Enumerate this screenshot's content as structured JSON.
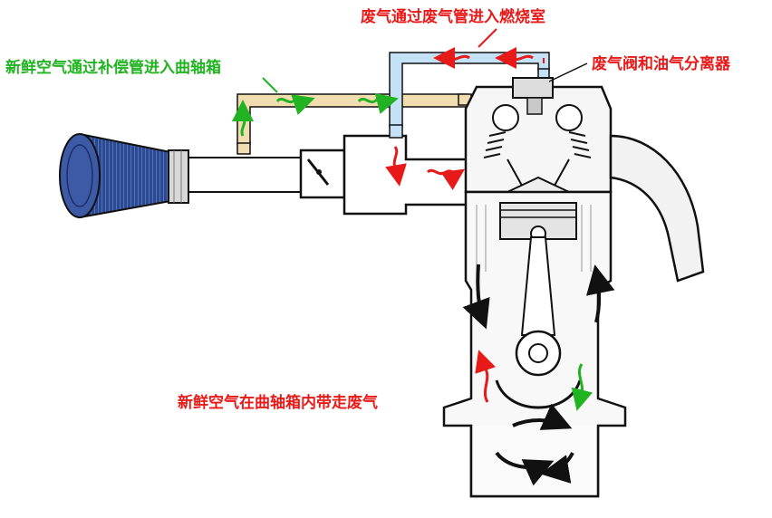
{
  "labels": {
    "fresh_air_pipe": "新鲜空气通过补偿管进入曲轴箱",
    "exhaust_pipe": "废气通过废气管进入燃烧室",
    "valve_separator": "废气阀和油气分离器",
    "crankcase_flow": "新鲜空气在曲轴箱内带走废气"
  },
  "colors": {
    "fresh_air": "#21b321",
    "exhaust": "#e81919",
    "fresh_pipe_fill": "#f2ddb0",
    "exhaust_pipe_fill": "#c4e2f5",
    "outline": "#111111",
    "filter_mesh": "#3a59a8"
  },
  "components": {
    "air_filter": "air-filter-icon",
    "throttle": "throttle-valve-icon",
    "engine": "engine-cross-section-icon",
    "piston": "piston-icon",
    "crankshaft": "crankshaft-icon",
    "oil_pan": "oil-pan-icon"
  }
}
